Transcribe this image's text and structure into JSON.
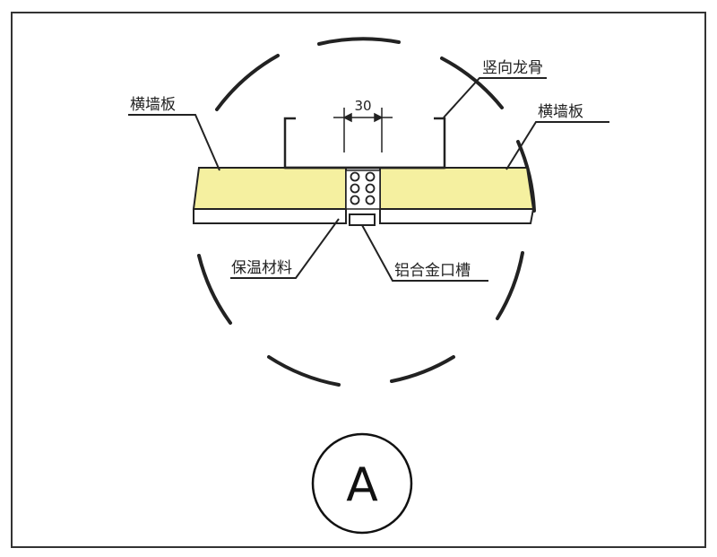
{
  "labels": {
    "vertical_keel": "竖向龙骨",
    "panel_left": "横墙板",
    "panel_right": "横墙板",
    "insulation": "保温材料",
    "aluminum_slot": "铝合金口槽"
  },
  "dimension": "30",
  "detail_marker": "A",
  "colors": {
    "panel_fill": "#f5f0a0",
    "line": "#222222",
    "frame": "#333333"
  }
}
